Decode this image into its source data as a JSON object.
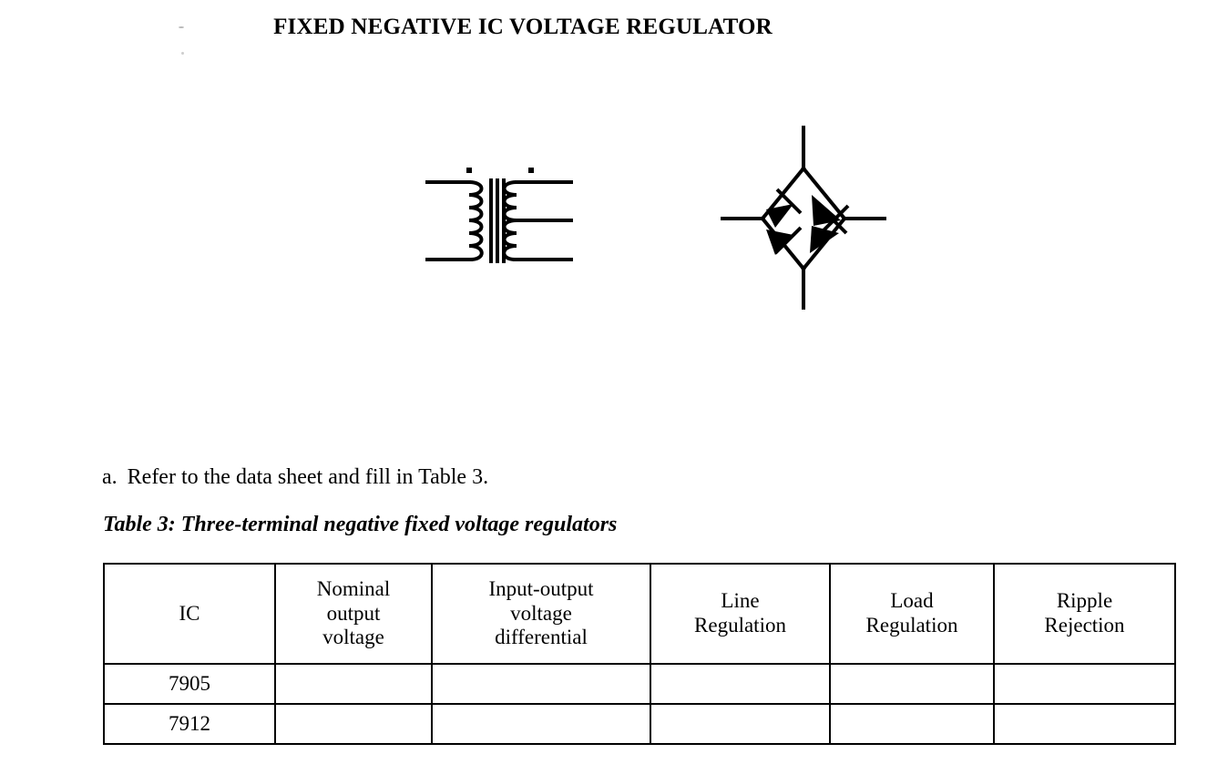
{
  "document": {
    "title": "FIXED NEGATIVE IC VOLTAGE REGULATOR",
    "instruction": {
      "marker": "a.",
      "text": "Refer to the data sheet and fill in Table 3."
    },
    "table_caption": "Table 3: Three-terminal negative fixed voltage regulators"
  },
  "figures": [
    {
      "name": "center-tapped-transformer",
      "type": "schematic-symbol",
      "primary_turns": 6,
      "secondary_turns": 6,
      "has_center_tap": true,
      "polarity_dots": 2
    },
    {
      "name": "full-wave-bridge-rectifier",
      "type": "schematic-symbol",
      "diode_count": 4,
      "terminals": [
        "top",
        "right",
        "bottom",
        "left"
      ]
    }
  ],
  "table": {
    "headers": [
      {
        "lines": [
          "IC"
        ]
      },
      {
        "lines": [
          "Nominal",
          "output",
          "voltage"
        ]
      },
      {
        "lines": [
          "Input-output",
          "voltage",
          "differential"
        ]
      },
      {
        "lines": [
          "Line",
          "Regulation"
        ]
      },
      {
        "lines": [
          "Load",
          "Regulation"
        ]
      },
      {
        "lines": [
          "Ripple",
          "Rejection"
        ]
      }
    ],
    "rows": [
      {
        "ic": "7905",
        "nominal_output_voltage": "",
        "input_output_voltage_differential": "",
        "line_regulation": "",
        "load_regulation": "",
        "ripple_rejection": ""
      },
      {
        "ic": "7912",
        "nominal_output_voltage": "",
        "input_output_voltage_differential": "",
        "line_regulation": "",
        "load_regulation": "",
        "ripple_rejection": ""
      }
    ]
  },
  "colors": {
    "ink": "#000000",
    "paper": "#ffffff"
  }
}
